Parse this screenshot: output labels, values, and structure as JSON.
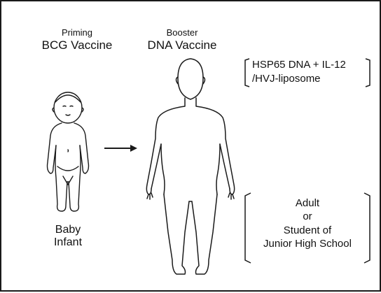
{
  "priming": {
    "stage": "Priming",
    "vaccine": "BCG Vaccine"
  },
  "booster": {
    "stage": "Booster",
    "vaccine": "DNA Vaccine"
  },
  "formulation": {
    "line1": "HSP65 DNA + IL-12",
    "line2": "/HVJ-liposome"
  },
  "baby_labels": {
    "line1": "Baby",
    "line2": "Infant"
  },
  "adult_labels": {
    "line1": "Adult",
    "line2": "or",
    "line3": "Student of",
    "line4": "Junior High School"
  },
  "colors": {
    "line": "#1a1a1a",
    "background": "#ffffff"
  },
  "icons": {
    "arrow": "right-arrow-icon",
    "baby": "baby-figure-icon",
    "adult": "adult-figure-icon"
  }
}
